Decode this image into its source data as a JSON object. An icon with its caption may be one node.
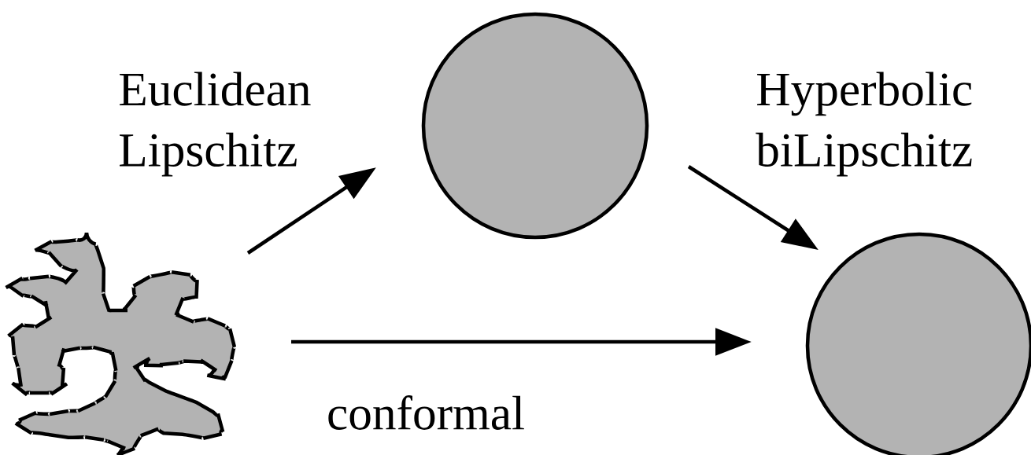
{
  "diagram": {
    "nodes": [
      {
        "text": [],
        "shape": "blob"
      },
      {
        "text": [],
        "shape": "circle"
      },
      {
        "text": [],
        "shape": "circle"
      }
    ],
    "edges": [
      {
        "from": 0,
        "to": 1,
        "arrow": "to",
        "label": "Euclidean Lipschitz"
      },
      {
        "from": 1,
        "to": 2,
        "arrow": "to",
        "label": "Hyperbolic biLipschitz"
      },
      {
        "from": 0,
        "to": 2,
        "arrow": "to",
        "label": "conformal"
      }
    ]
  }
}
